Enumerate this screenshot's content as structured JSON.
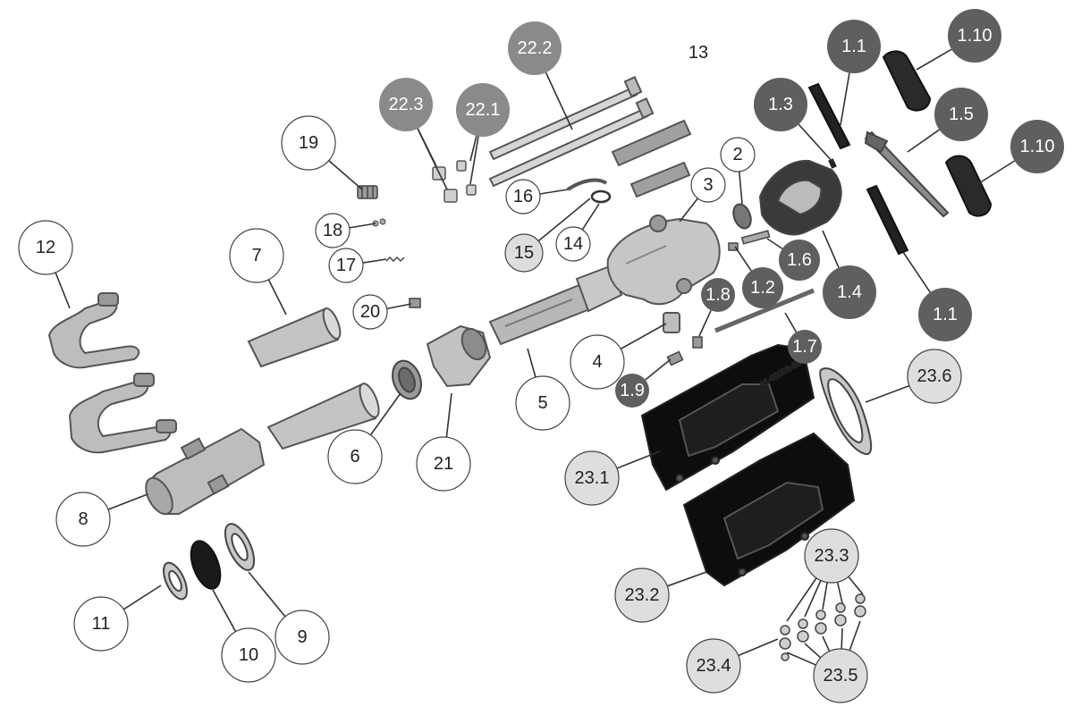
{
  "colors": {
    "callout_white": "#ffffff",
    "callout_light": "#dedede",
    "callout_medium": "#8a8a8a",
    "callout_dark": "#5f5f5f",
    "part_metal": "#c9c9c9",
    "part_metal_dark": "#8c8c8c",
    "part_black": "#111111",
    "leader": "#333333"
  },
  "callouts": [
    {
      "id": "1.1a",
      "label": "1.1",
      "tone": "dark",
      "icon": "callout-circle"
    },
    {
      "id": "1.10a",
      "label": "1.10",
      "tone": "dark",
      "icon": "callout-circle"
    },
    {
      "id": "1.3",
      "label": "1.3",
      "tone": "dark",
      "icon": "callout-circle"
    },
    {
      "id": "1.5",
      "label": "1.5",
      "tone": "dark",
      "icon": "callout-circle"
    },
    {
      "id": "1.10b",
      "label": "1.10",
      "tone": "dark",
      "icon": "callout-circle"
    },
    {
      "id": "22.2",
      "label": "22.2",
      "tone": "medium",
      "icon": "callout-circle"
    },
    {
      "id": "22.3",
      "label": "22.3",
      "tone": "medium",
      "icon": "callout-circle"
    },
    {
      "id": "22.1",
      "label": "22.1",
      "tone": "medium",
      "icon": "callout-circle"
    },
    {
      "id": "13",
      "label": "13",
      "tone": "white",
      "icon": "callout-circle"
    },
    {
      "id": "19",
      "label": "19",
      "tone": "white",
      "icon": "callout-circle"
    },
    {
      "id": "16",
      "label": "16",
      "tone": "white",
      "icon": "callout-circle"
    },
    {
      "id": "2",
      "label": "2",
      "tone": "white",
      "icon": "callout-circle"
    },
    {
      "id": "3",
      "label": "3",
      "tone": "white",
      "icon": "callout-circle"
    },
    {
      "id": "18",
      "label": "18",
      "tone": "white",
      "icon": "callout-circle"
    },
    {
      "id": "15",
      "label": "15",
      "tone": "light",
      "icon": "callout-circle"
    },
    {
      "id": "14",
      "label": "14",
      "tone": "white",
      "icon": "callout-circle"
    },
    {
      "id": "1.6",
      "label": "1.6",
      "tone": "dark",
      "icon": "callout-circle"
    },
    {
      "id": "12",
      "label": "12",
      "tone": "white",
      "icon": "callout-circle"
    },
    {
      "id": "7",
      "label": "7",
      "tone": "white",
      "icon": "callout-circle"
    },
    {
      "id": "17",
      "label": "17",
      "tone": "white",
      "icon": "callout-circle"
    },
    {
      "id": "1.2",
      "label": "1.2",
      "tone": "dark",
      "icon": "callout-circle"
    },
    {
      "id": "1.8",
      "label": "1.8",
      "tone": "dark",
      "icon": "callout-circle"
    },
    {
      "id": "1.4",
      "label": "1.4",
      "tone": "dark",
      "icon": "callout-circle"
    },
    {
      "id": "1.1b",
      "label": "1.1",
      "tone": "dark",
      "icon": "callout-circle"
    },
    {
      "id": "20",
      "label": "20",
      "tone": "white",
      "icon": "callout-circle"
    },
    {
      "id": "1.7",
      "label": "1.7",
      "tone": "dark",
      "icon": "callout-circle"
    },
    {
      "id": "4",
      "label": "4",
      "tone": "white",
      "icon": "callout-circle"
    },
    {
      "id": "23.6",
      "label": "23.6",
      "tone": "light",
      "icon": "callout-circle"
    },
    {
      "id": "1.9",
      "label": "1.9",
      "tone": "dark",
      "icon": "callout-circle"
    },
    {
      "id": "5",
      "label": "5",
      "tone": "white",
      "icon": "callout-circle"
    },
    {
      "id": "6",
      "label": "6",
      "tone": "white",
      "icon": "callout-circle"
    },
    {
      "id": "21",
      "label": "21",
      "tone": "white",
      "icon": "callout-circle"
    },
    {
      "id": "23.1",
      "label": "23.1",
      "tone": "light",
      "icon": "callout-circle"
    },
    {
      "id": "8",
      "label": "8",
      "tone": "white",
      "icon": "callout-circle"
    },
    {
      "id": "23.3",
      "label": "23.3",
      "tone": "light",
      "icon": "callout-circle"
    },
    {
      "id": "23.2",
      "label": "23.2",
      "tone": "light",
      "icon": "callout-circle"
    },
    {
      "id": "11",
      "label": "11",
      "tone": "white",
      "icon": "callout-circle"
    },
    {
      "id": "9",
      "label": "9",
      "tone": "white",
      "icon": "callout-circle"
    },
    {
      "id": "10",
      "label": "10",
      "tone": "white",
      "icon": "callout-circle"
    },
    {
      "id": "23.4",
      "label": "23.4",
      "tone": "light",
      "icon": "callout-circle"
    },
    {
      "id": "23.5",
      "label": "23.5",
      "tone": "light",
      "icon": "callout-circle"
    }
  ],
  "cover_stamp": "01-01002-15"
}
